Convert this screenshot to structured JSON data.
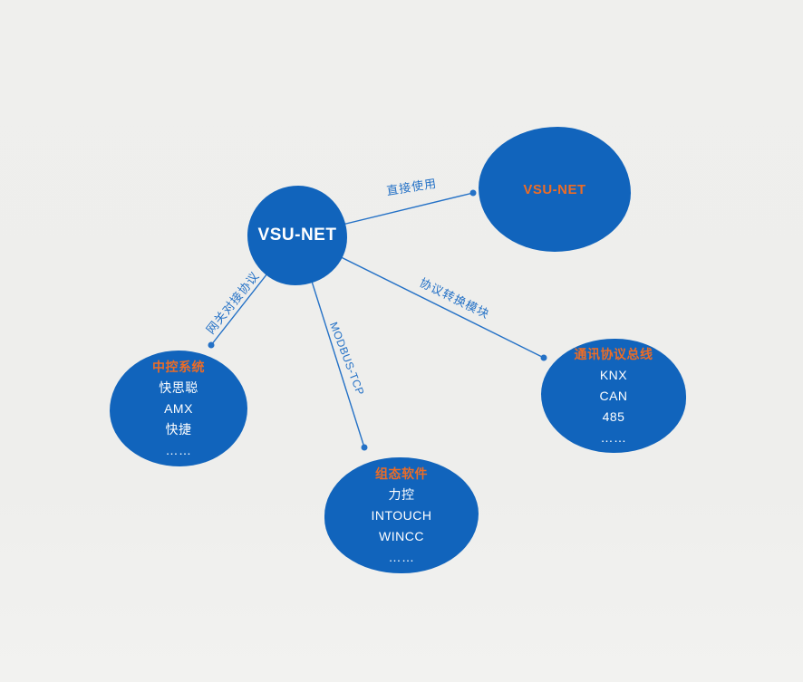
{
  "colors": {
    "background": "#EFEFED",
    "node_fill": "#1164BC",
    "line_blue": "#2471C6",
    "accent_orange": "#EC6C26",
    "node_text_white": "#FFFFFF"
  },
  "diagram": {
    "hub": {
      "label": "VSU-NET"
    },
    "nodes": {
      "direct": {
        "title": "VSU-NET"
      },
      "central": {
        "title": "中控系统",
        "items": [
          "快思聪",
          "AMX",
          "快捷",
          "……"
        ]
      },
      "scada": {
        "title": "组态软件",
        "items": [
          "力控",
          "INTOUCH",
          "WINCC",
          "……"
        ]
      },
      "bus": {
        "title": "通讯协议总线",
        "items": [
          "KNX",
          "CAN",
          "485",
          "……"
        ]
      }
    },
    "edges": {
      "direct_use": {
        "label": "直接使用"
      },
      "gateway": {
        "label": "网关对接协议"
      },
      "modbus": {
        "label": "MODBUS-TCP"
      },
      "conversion": {
        "label": "协议转换模块"
      }
    }
  }
}
